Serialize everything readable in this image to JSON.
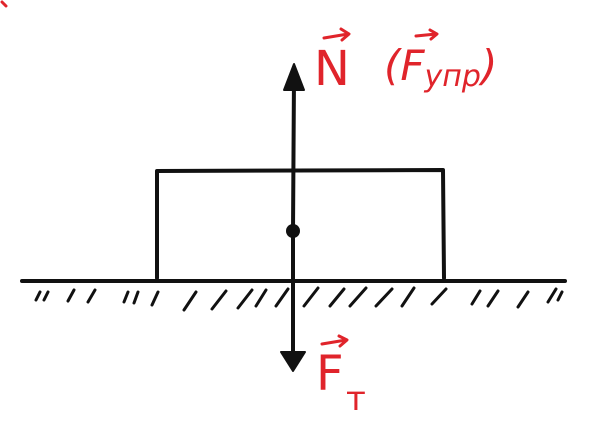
{
  "diagram": {
    "ink_color": "#111111",
    "label_color": "#e0242b",
    "labels": {
      "normal_force": "N",
      "normal_force_alt": "(Fупр)",
      "normal_force_alt_open": "(F",
      "normal_force_alt_subscript": "упр",
      "normal_force_alt_close": ")",
      "gravity_force": "F",
      "gravity_force_subscript": "т"
    }
  }
}
